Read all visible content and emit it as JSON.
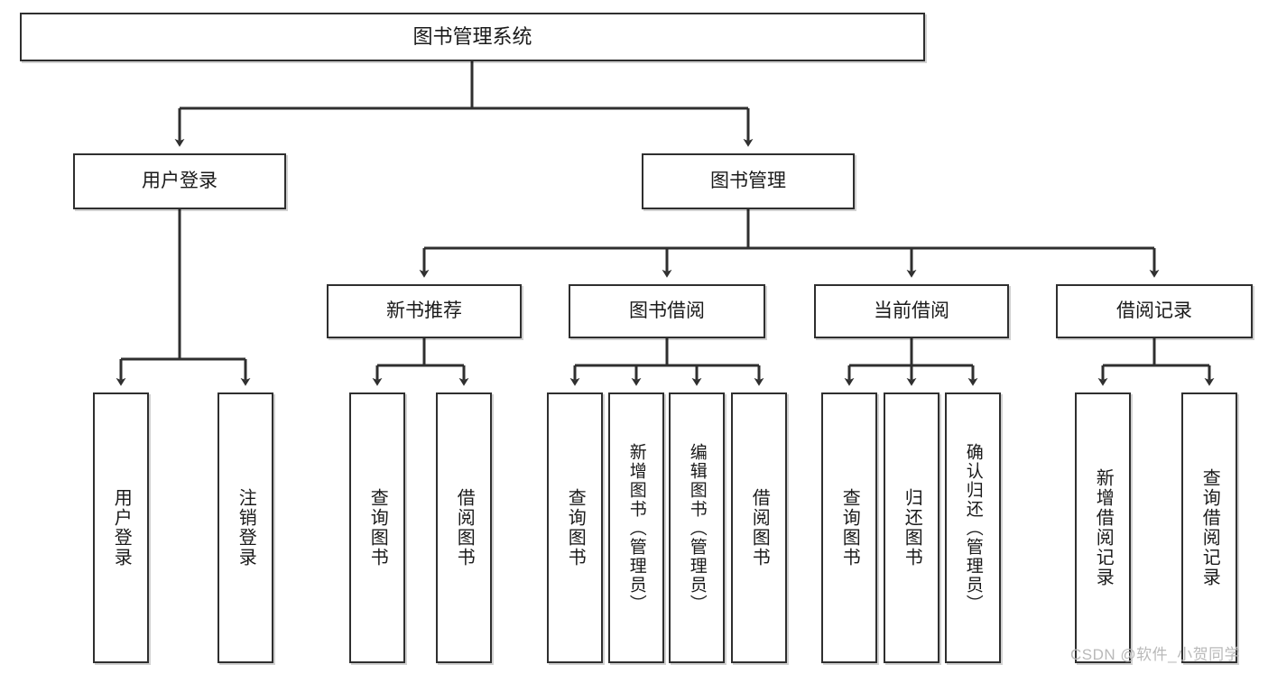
{
  "diagram": {
    "title": "图书管理系统",
    "type": "功能结构图",
    "watermark": "CSDN @软件_小贺同学",
    "colors": {
      "background": "#ffffff",
      "box_border": "#2f2f2f",
      "box_fill": "#ffffff",
      "connector": "#2f2f2f",
      "text": "#1a1a1a",
      "watermark": "#b9b9b9"
    }
  },
  "root": {
    "label": "图书管理系统"
  },
  "level1": [
    {
      "id": "user-login",
      "label": "用户登录"
    },
    {
      "id": "book-manage",
      "label": "图书管理"
    }
  ],
  "level2": [
    {
      "id": "new-book-recommend",
      "label": "新书推荐"
    },
    {
      "id": "book-borrow",
      "label": "图书借阅"
    },
    {
      "id": "current-borrow",
      "label": "当前借阅"
    },
    {
      "id": "borrow-log",
      "label": "借阅记录"
    }
  ],
  "leaves": {
    "user_login": [
      {
        "id": "leaf-user-login",
        "label": "用户登录"
      },
      {
        "id": "leaf-user-logout",
        "label": "注销登录"
      }
    ],
    "new_book_recommend": [
      {
        "id": "leaf-query-book-1",
        "label": "查询图书"
      },
      {
        "id": "leaf-borrow-book-1",
        "label": "借阅图书"
      }
    ],
    "book_borrow": [
      {
        "id": "leaf-query-book-2",
        "label": "查询图书"
      },
      {
        "id": "leaf-add-book",
        "label": "新增图书（管理员）"
      },
      {
        "id": "leaf-edit-book",
        "label": "编辑图书（管理员）"
      },
      {
        "id": "leaf-borrow-book-2",
        "label": "借阅图书"
      }
    ],
    "current_borrow": [
      {
        "id": "leaf-query-book-3",
        "label": "查询图书"
      },
      {
        "id": "leaf-return-book",
        "label": "归还图书"
      },
      {
        "id": "leaf-confirm-return",
        "label": "确认归还（管理员）"
      }
    ],
    "borrow_log": [
      {
        "id": "leaf-add-log",
        "label": "新增借阅记录"
      },
      {
        "id": "leaf-query-log",
        "label": "查询借阅记录"
      }
    ]
  }
}
